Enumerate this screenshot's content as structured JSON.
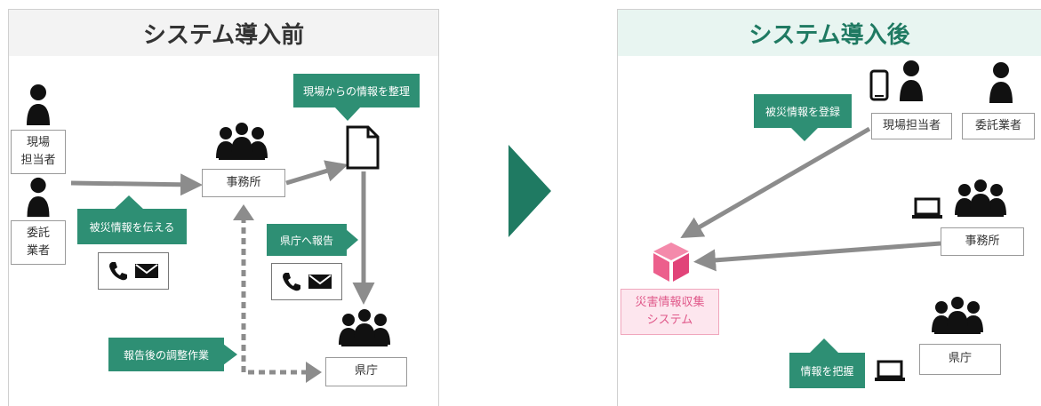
{
  "before": {
    "title": "システム導入前",
    "nodes": {
      "site_staff": "現場\n担当者",
      "contractor": "委託\n業者",
      "office": "事務所",
      "prefecture": "県庁"
    },
    "callouts": {
      "report_damage": "被災情報を伝える",
      "organize_info": "現場からの情報を整理",
      "report_pref": "県庁へ報告",
      "adjust_after": "報告後の調整作業"
    }
  },
  "after": {
    "title": "システム導入後",
    "nodes": {
      "site_staff": "現場担当者",
      "contractor": "委託業者",
      "office": "事務所",
      "system": "災害情報収集\nシステム",
      "prefecture": "県庁"
    },
    "callouts": {
      "register": "被災情報を登録",
      "grasp": "情報を把握"
    }
  },
  "colors": {
    "accent_green": "#2e8f74",
    "arrow_gray": "#8c8c8c",
    "system_pink": "#ec5f8c"
  },
  "icons": [
    "person-icon",
    "group-icon",
    "document-icon",
    "phone-icon",
    "mail-icon",
    "smartphone-icon",
    "laptop-icon",
    "cube-icon",
    "chevron-right-icon"
  ]
}
